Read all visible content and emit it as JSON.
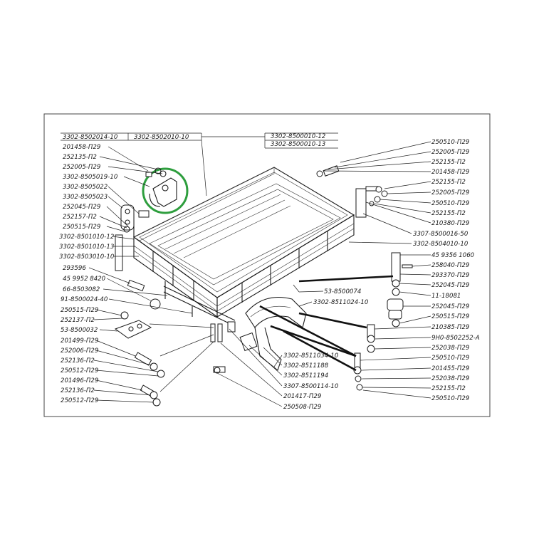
{
  "highlight_color": "#2e9e3e",
  "labels": {
    "l_3302_8502014_10": "3302-8502014-10",
    "l_3302_8502010_10": "3302-8502010-10",
    "l_201458_p29": "201458-П29",
    "l_252135_p2": "252135-П2",
    "l_252005_p29": "252005-П29",
    "l_3302_8505019_10": "3302-8505019-10",
    "l_3302_8505022": "3302-8505022",
    "l_3302_8505023": "3302-8505023",
    "l_252045_p29": "252045-П29",
    "l_252157_p2": "252157-П2",
    "l_250515_p29": "250515-П29",
    "l_3302_8501010_12": "3302-8501010-12",
    "l_3302_8501010_13": "3302-8501010-13",
    "l_3302_8503010_10": "3302-8503010-10",
    "l_293596": "293596",
    "l_459952_8420": "45 9952 8420",
    "l_66_8503082": "66-8503082",
    "l_91_8500024_40": "91-8500024-40",
    "l_250515_p29_b": "250515-П29",
    "l_252137_p2": "252137-П2",
    "l_53_8500032": "53-8500032",
    "l_201499_p29": "201499-П29",
    "l_252006_p29": "252006-П29",
    "l_252136_p2": "252136-П2",
    "l_250512_p29": "250512-П29",
    "l_201496_p29": "201496-П29",
    "l_252136_p2_b": "252136-П2",
    "l_250512_p29_b": "250512-П29",
    "l_3302_8500010_12": "3302-8500010-12",
    "l_3302_8500010_13": "3302-8500010-13",
    "r_250510_p29": "250510-П29",
    "r_252005_p29": "252005-П29",
    "r_252155_p2": "252155-П2",
    "r_201458_p29": "201458-П29",
    "r_252155_p2_b": "252155-П2",
    "r_252005_p29_b": "252005-П29",
    "r_250510_p29_b": "250510-П29",
    "r_252155_p2_c": "252155-П2",
    "r_210380_p29": "210380-П29",
    "r_3307_8500016_50": "3307-8500016-50",
    "r_3302_8504010_10": "3302-8504010-10",
    "r_459356_1060": "45 9356 1060",
    "r_258040_p29": "258040-П29",
    "r_293370_p29": "293370-П29",
    "r_252045_p29": "252045-П29",
    "r_11_18081": "11-18081",
    "r_252045_p29_b": "252045-П29",
    "r_250515_p29": "250515-П29",
    "r_210385_p29": "210385-П29",
    "r_9i0_8502252_a": "9Н0-8502252-А",
    "r_252038_p29": "252038-П29",
    "r_250510_p29_c": "250510-П29",
    "r_201455_p29": "201455-П29",
    "r_252038_p29_b": "252038-П29",
    "r_252155_p2_d": "252155-П2",
    "r_250510_p29_d": "250510-П29",
    "c_53_8500074": "53-8500074",
    "c_3302_8511024_10": "3302-8511024-10",
    "c_3302_8511034_10": "3302-8511034-10",
    "c_3302_8511188": "3302-8511188",
    "c_3302_8511194": "3302-8511194",
    "c_3307_8500114_10": "3307-8500114-10",
    "c_201417_p29": "201417-П29",
    "c_250508_p29": "250508-П29"
  }
}
